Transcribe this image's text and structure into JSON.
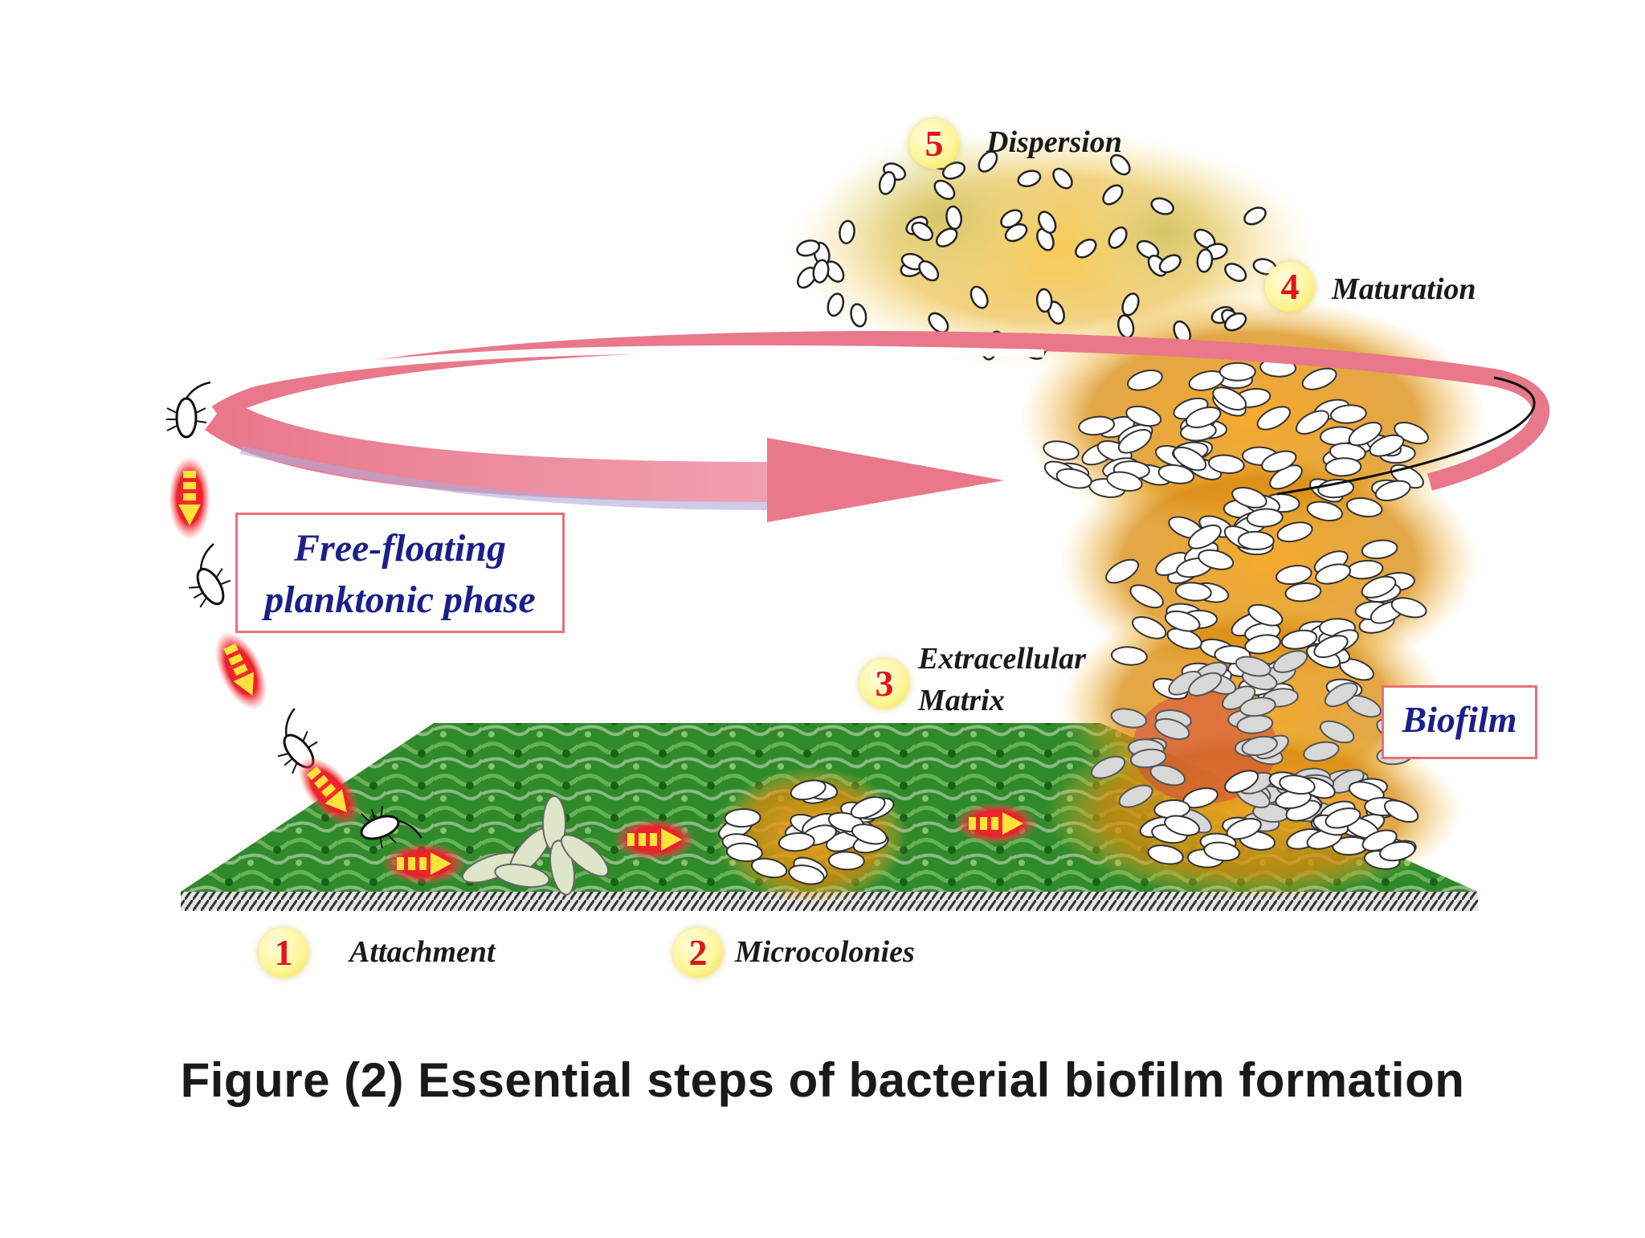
{
  "steps": [
    {
      "number": "1",
      "label": "Attachment"
    },
    {
      "number": "2",
      "label": "Microcolonies"
    },
    {
      "number": "3",
      "label_line1": "Extracellular",
      "label_line2": "Matrix"
    },
    {
      "number": "4",
      "label": "Maturation"
    },
    {
      "number": "5",
      "label": "Dispersion"
    }
  ],
  "phase_box": {
    "line1": "Free-floating",
    "line2": "planktonic phase"
  },
  "biofilm_box": "Biofilm",
  "caption": "Figure (2) Essential steps of bacterial biofilm formation",
  "colors": {
    "surface_green": "#2f8a2a",
    "arrow_red": "#e8202a",
    "arrow_yellow": "#ffe23a",
    "loop_pink": "#e8788a",
    "biofilm_orange": "#e89a10",
    "box_border": "#e8707a",
    "box_text": "#1b1f8a",
    "number_red": "#e0141a"
  }
}
